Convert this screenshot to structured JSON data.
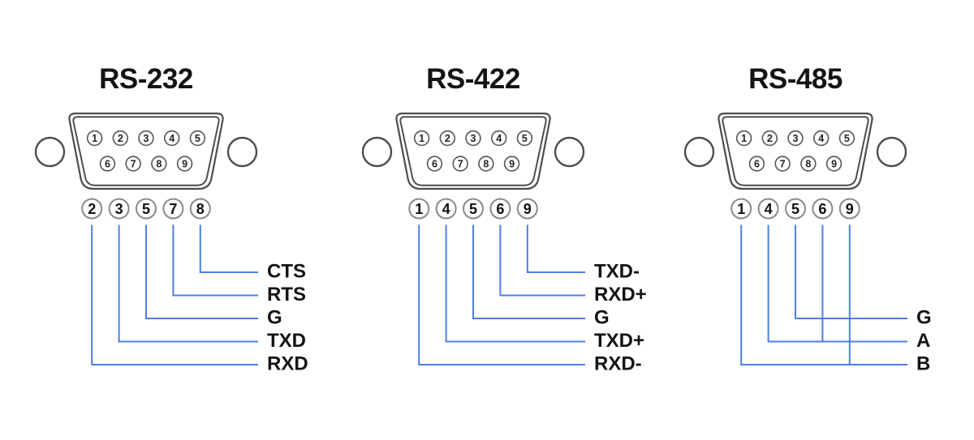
{
  "figure": {
    "background_color": "#ffffff",
    "wire_color": "#4d7fe3",
    "outline_color": "#4d4d4d",
    "breakout_circle_color": "#8a8a8a"
  },
  "diagrams": [
    {
      "id": "rs-232",
      "title": "RS-232",
      "connector": {
        "top_row_pins": [
          "1",
          "2",
          "3",
          "4",
          "5"
        ],
        "bottom_row_pins": [
          "6",
          "7",
          "8",
          "9"
        ]
      },
      "breakout_pins": [
        "2",
        "3",
        "5",
        "7",
        "8"
      ],
      "signals": [
        {
          "label": "CTS",
          "pins": [
            "8"
          ]
        },
        {
          "label": "RTS",
          "pins": [
            "7"
          ]
        },
        {
          "label": "G",
          "pins": [
            "5"
          ]
        },
        {
          "label": "TXD",
          "pins": [
            "3"
          ]
        },
        {
          "label": "RXD",
          "pins": [
            "2"
          ]
        }
      ]
    },
    {
      "id": "rs-422",
      "title": "RS-422",
      "connector": {
        "top_row_pins": [
          "1",
          "2",
          "3",
          "4",
          "5"
        ],
        "bottom_row_pins": [
          "6",
          "7",
          "8",
          "9"
        ]
      },
      "breakout_pins": [
        "1",
        "4",
        "5",
        "6",
        "9"
      ],
      "signals": [
        {
          "label": "TXD-",
          "pins": [
            "9"
          ]
        },
        {
          "label": "RXD+",
          "pins": [
            "6"
          ]
        },
        {
          "label": "G",
          "pins": [
            "5"
          ]
        },
        {
          "label": "TXD+",
          "pins": [
            "4"
          ]
        },
        {
          "label": "RXD-",
          "pins": [
            "1"
          ]
        }
      ]
    },
    {
      "id": "rs-485",
      "title": "RS-485",
      "connector": {
        "top_row_pins": [
          "1",
          "2",
          "3",
          "4",
          "5"
        ],
        "bottom_row_pins": [
          "6",
          "7",
          "8",
          "9"
        ]
      },
      "breakout_pins": [
        "1",
        "4",
        "5",
        "6",
        "9"
      ],
      "signals": [
        {
          "label": "G",
          "pins": [
            "5"
          ]
        },
        {
          "label": "A",
          "pins": [
            "4",
            "6"
          ]
        },
        {
          "label": "B",
          "pins": [
            "1",
            "9"
          ]
        }
      ]
    }
  ]
}
